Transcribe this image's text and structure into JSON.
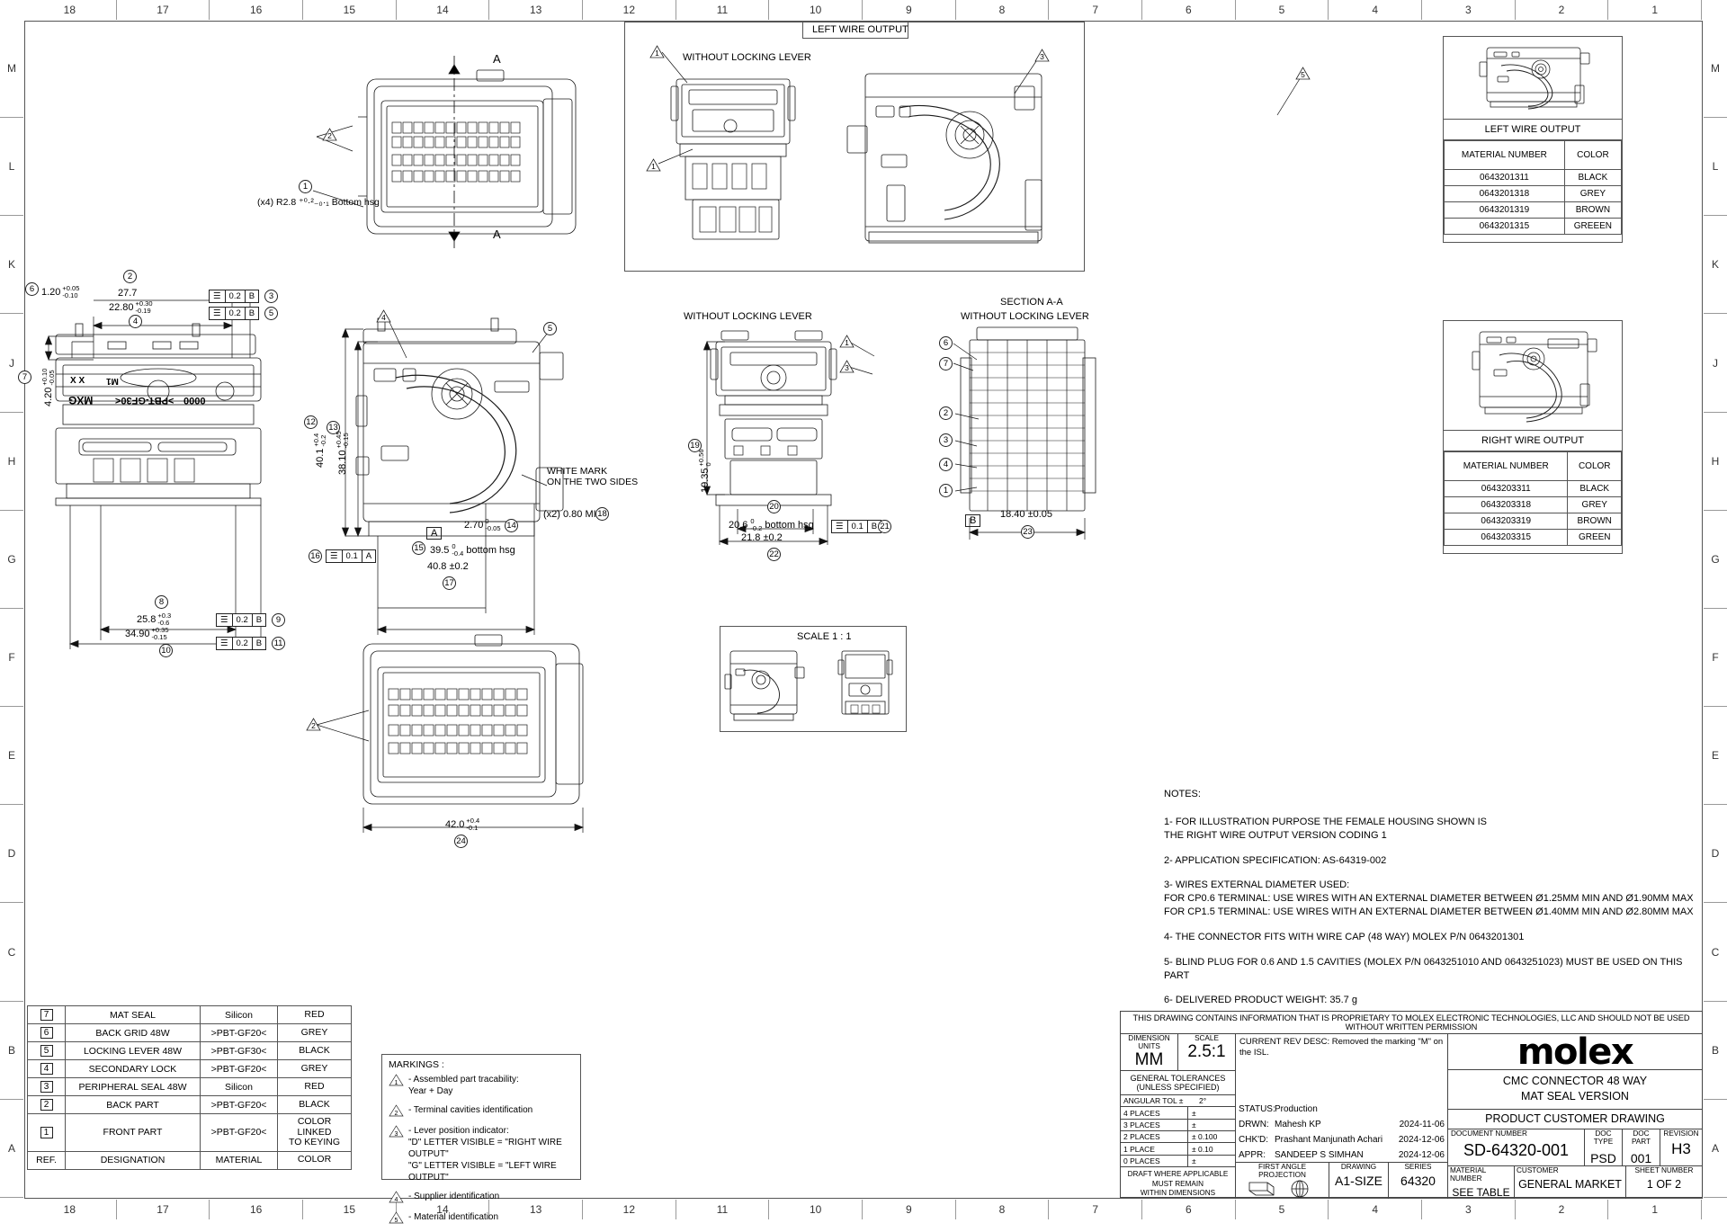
{
  "sheet": {
    "top_ruler": [
      "18",
      "17",
      "16",
      "15",
      "14",
      "13",
      "12",
      "11",
      "10",
      "9",
      "8",
      "7",
      "6",
      "5",
      "4",
      "3",
      "2",
      "1"
    ],
    "bottom_ruler": [
      "18",
      "17",
      "16",
      "15",
      "14",
      "13",
      "12",
      "11",
      "10",
      "9",
      "8",
      "7",
      "6",
      "5",
      "4",
      "3",
      "2",
      "1"
    ],
    "left_ruler": [
      "M",
      "L",
      "K",
      "J",
      "H",
      "G",
      "F",
      "E",
      "D",
      "C",
      "B",
      "A"
    ],
    "right_ruler": [
      "M",
      "L",
      "K",
      "J",
      "H",
      "G",
      "F",
      "E",
      "D",
      "C",
      "B",
      "A"
    ]
  },
  "views": {
    "left_wire_output_title": "LEFT WIRE OUTPUT",
    "without_locking_lever_1": "WITHOUT LOCKING LEVER",
    "without_locking_lever_2": "WITHOUT LOCKING LEVER",
    "without_locking_lever_3": "WITHOUT LOCKING LEVER",
    "section_aa": "SECTION A-A",
    "scale_1_1": "SCALE 1 : 1",
    "section_mark_a_top": "A",
    "section_mark_a_bottom": "A",
    "white_mark_note": "WHITE MARK\nON THE TWO SIDES",
    "datum_a": "A",
    "datum_b": "B"
  },
  "dimensions": {
    "top_view": {
      "corner_radius": "(x4) R2.8 ⁺⁰·²₋₀·₁ Bottom hsg",
      "bubble": "1"
    },
    "left_view": {
      "d27_7": "27.7",
      "d27_7_bubble": "2",
      "d22_80": "22.80",
      "d22_80_tol_up": "+0.30",
      "d22_80_tol_dn": "-0.19",
      "d22_80_bubble": "4",
      "d1_20": "1.20",
      "d1_20_tol_up": "+0.05",
      "d1_20_tol_dn": "-0.10",
      "d1_20_bubble": "6",
      "d4_20": "4.20",
      "d4_20_tol_up": "+0.10",
      "d4_20_tol_dn": "-0.05",
      "d4_20_bubble": "7",
      "d25_8": "25.8",
      "d25_8_tol_up": "+0.3",
      "d25_8_tol_dn": "-0.6",
      "d25_8_bubble": "8",
      "d34_90": "34.90",
      "d34_90_tol_up": "+0.35",
      "d34_90_tol_dn": "-0.15",
      "d34_90_bubble": "10",
      "fcf_3": [
        "0.2",
        "B"
      ],
      "fcf_3_bubble": "3",
      "fcf_5": [
        "0.2",
        "B"
      ],
      "fcf_5_bubble": "5",
      "fcf_9": [
        "0.2",
        "B"
      ],
      "fcf_9_bubble": "9",
      "fcf_11": [
        "0.2",
        "B"
      ],
      "fcf_11_bubble": "11",
      "marking_mxg": "MXG",
      "marking_pbt": ">PBT-GF30<",
      "marking_date": "0000",
      "marking_m1": "M1",
      "marking_xx": "X X"
    },
    "center_view": {
      "d40_1": "40.1",
      "d40_1_tol_up": "+0.4",
      "d40_1_tol_dn": "-0.2",
      "d40_1_bubble": "12",
      "d38_10": "38.10",
      "d38_10_tol_up": "+0.45",
      "d38_10_tol_dn": "-0.15",
      "d38_10_bubble": "13",
      "d2_70": "2.70",
      "d2_70_tol_up": "0",
      "d2_70_tol_dn": "-0.05",
      "d2_70_bubble": "14",
      "d39_5": "39.5",
      "d39_5_tol_up": "0",
      "d39_5_tol_dn": "-0.4",
      "d39_5_suffix": "bottom hsg",
      "d39_5_bubble": "15",
      "d40_8": "40.8 ±0.2",
      "d40_8_bubble": "17",
      "fcf_16": [
        "0.1",
        "A"
      ],
      "fcf_16_bubble": "16",
      "d0_80": "(x2) 0.80 MIN",
      "d0_80_bubble": "18",
      "bubble_5": "5",
      "bubble_4": "4"
    },
    "front_view": {
      "d19_35": "19.35",
      "d19_35_tol_up": "+0.56",
      "d19_35_tol_dn": "0",
      "d19_35_bubble": "19",
      "d20_6": "20.6",
      "d20_6_tol_up": "0",
      "d20_6_tol_dn": "-0.2",
      "d20_6_suffix": "bottom hsg",
      "d20_6_bubble": "20",
      "d21_8": "21.8 ±0.2",
      "d21_8_bubble": "22",
      "fcf_21": [
        "0.1",
        "B"
      ],
      "fcf_21_bubble": "21"
    },
    "section_view": {
      "d18_40": "18.40 ±0.05",
      "d18_40_bubble": "23",
      "refs": [
        "6",
        "7",
        "2",
        "3",
        "4",
        "1"
      ]
    },
    "bottom_view": {
      "d42_0": "42.0",
      "d42_0_tol_up": "+0.4",
      "d42_0_tol_dn": "-0.1",
      "d42_0_bubble": "24"
    }
  },
  "left_wire_output": {
    "title": "LEFT WIRE OUTPUT",
    "headers": [
      "MATERIAL NUMBER",
      "COLOR"
    ],
    "rows": [
      [
        "0643201311",
        "BLACK"
      ],
      [
        "0643201318",
        "GREY"
      ],
      [
        "0643201319",
        "BROWN"
      ],
      [
        "0643201315",
        "GREEEN"
      ]
    ]
  },
  "right_wire_output": {
    "title": "RIGHT WIRE OUTPUT",
    "headers": [
      "MATERIAL NUMBER",
      "COLOR"
    ],
    "rows": [
      [
        "0643203311",
        "BLACK"
      ],
      [
        "0643203318",
        "GREY"
      ],
      [
        "0643203319",
        "BROWN"
      ],
      [
        "0643203315",
        "GREEN"
      ]
    ]
  },
  "notes": {
    "heading": "NOTES:",
    "items": [
      "1- FOR ILLUSTRATION PURPOSE THE FEMALE HOUSING SHOWN IS\n    THE RIGHT WIRE OUTPUT VERSION CODING 1",
      "2- APPLICATION SPECIFICATION: AS-64319-002",
      "3- WIRES EXTERNAL DIAMETER USED:\n    FOR CP0.6 TERMINAL: USE WIRES WITH AN EXTERNAL DIAMETER BETWEEN Ø1.25MM MIN AND Ø1.90MM MAX\n    FOR CP1.5 TERMINAL: USE WIRES WITH AN EXTERNAL DIAMETER BETWEEN Ø1.40MM MIN AND Ø2.80MM MAX",
      "4- THE CONNECTOR FITS WITH WIRE CAP (48 WAY) MOLEX P/N 0643201301",
      "5- BLIND PLUG FOR 0.6 AND 1.5 CAVITIES (MOLEX P/N 0643251010 AND 0643251023) MUST BE USED ON THIS PART",
      "6- DELIVERED PRODUCT WEIGHT: 35.7 g"
    ]
  },
  "bom": {
    "rows": [
      {
        "ref": "7",
        "designation": "MAT SEAL",
        "material": "Silicon",
        "color": "RED"
      },
      {
        "ref": "6",
        "designation": "BACK GRID 48W",
        "material": ">PBT-GF20<",
        "color": "GREY"
      },
      {
        "ref": "5",
        "designation": "LOCKING LEVER 48W",
        "material": ">PBT-GF30<",
        "color": "BLACK"
      },
      {
        "ref": "4",
        "designation": "SECONDARY LOCK",
        "material": ">PBT-GF20<",
        "color": "GREY"
      },
      {
        "ref": "3",
        "designation": "PERIPHERAL SEAL 48W",
        "material": "Silicon",
        "color": "RED"
      },
      {
        "ref": "2",
        "designation": "BACK PART",
        "material": ">PBT-GF20<",
        "color": "BLACK"
      },
      {
        "ref": "1",
        "designation": "FRONT PART",
        "material": ">PBT-GF20<",
        "color": "COLOR LINKED\nTO KEYING"
      }
    ],
    "footer": {
      "ref": "REF.",
      "designation": "DESIGNATION",
      "material": "MATERIAL",
      "color": "COLOR"
    }
  },
  "markings": {
    "title": "MARKINGS :",
    "items": [
      {
        "num": "1",
        "text": "- Assembled part tracability:\n  Year + Day"
      },
      {
        "num": "2",
        "text": "- Terminal cavities identification"
      },
      {
        "num": "3",
        "text": "- Lever position indicator:\n  \"D\" LETTER VISIBLE = \"RIGHT WIRE OUTPUT\"\n  \"G\" LETTER VISIBLE = \"LEFT WIRE OUTPUT\""
      },
      {
        "num": "4",
        "text": "- Supplier identification"
      },
      {
        "num": "5",
        "text": "- Material identification"
      }
    ]
  },
  "titleblock": {
    "proprietary": "THIS DRAWING CONTAINS INFORMATION THAT IS PROPRIETARY TO MOLEX ELECTRONIC TECHNOLOGIES, LLC AND SHOULD NOT BE USED WITHOUT WRITTEN PERMISSION",
    "dimension_units_label": "DIMENSION UNITS",
    "dimension_units_value": "MM",
    "scale_label": "SCALE",
    "scale_value": "2.5:1",
    "general_tolerances": "GENERAL TOLERANCES\n(UNLESS SPECIFIED)",
    "tolerance_rows": [
      {
        "label": "ANGULAR TOL  ±",
        "value": "2°"
      },
      {
        "label": "4 PLACES",
        "value": "±"
      },
      {
        "label": "3 PLACES",
        "value": "±"
      },
      {
        "label": "2 PLACES",
        "value": "±  0.100"
      },
      {
        "label": "1 PLACE",
        "value": "±  0.10"
      },
      {
        "label": "0 PLACES",
        "value": "±"
      }
    ],
    "draft_note": "DRAFT WHERE APPLICABLE\nMUST REMAIN\nWITHIN DIMENSIONS",
    "rev_desc": "CURRENT REV DESC: Removed the marking \"M\" on the ISL.",
    "status_label": "STATUS:",
    "status_value": "Production",
    "drwn_label": "DRWN:",
    "drwn_value": "Mahesh KP",
    "drwn_date": "2024-11-06",
    "chkd_label": "CHK'D:",
    "chkd_value": "Prashant Manjunath Achari",
    "chkd_date": "2024-12-06",
    "appr_label": "APPR:",
    "appr_value": "SANDEEP S SIMHAN",
    "appr_date": "2024-12-06",
    "first_angle_label": "FIRST ANGLE PROJECTION",
    "drawing_label": "DRAWING",
    "drawing_value": "A1-SIZE",
    "series_label": "SERIES",
    "series_value": "64320",
    "brand": "molex",
    "product_title": "CMC CONNECTOR 48 WAY\nMAT SEAL VERSION",
    "doc_kind": "PRODUCT CUSTOMER DRAWING",
    "document_number_label": "DOCUMENT NUMBER",
    "document_number_value": "SD-64320-001",
    "doc_type_label": "DOC TYPE",
    "doc_type_value": "PSD",
    "doc_part_label": "DOC PART",
    "doc_part_value": "001",
    "revision_label": "REVISION",
    "revision_value": "H3",
    "material_number_label": "MATERIAL NUMBER",
    "material_number_value": "SEE TABLE",
    "customer_label": "CUSTOMER",
    "customer_value": "GENERAL MARKET",
    "sheet_number_label": "SHEET NUMBER",
    "sheet_number_value": "1 OF 2"
  }
}
